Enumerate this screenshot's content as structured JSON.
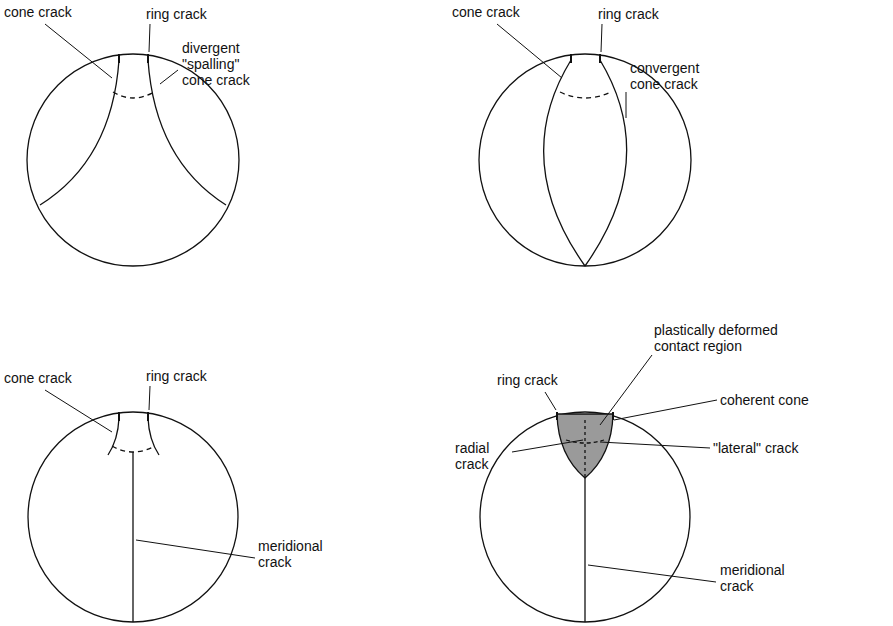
{
  "diagram": {
    "labels": [
      "cone crack",
      "ring crack",
      "divergent \"spalling\" cone crack",
      "cone crack",
      "ring crack",
      "convergent cone crack",
      "cone crack",
      "ring crack",
      "meridional crack",
      "plastically deformed contact region",
      "ring crack",
      "coherent cone",
      "radial crack",
      "\"lateral\" crack",
      "meridional crack"
    ]
  }
}
